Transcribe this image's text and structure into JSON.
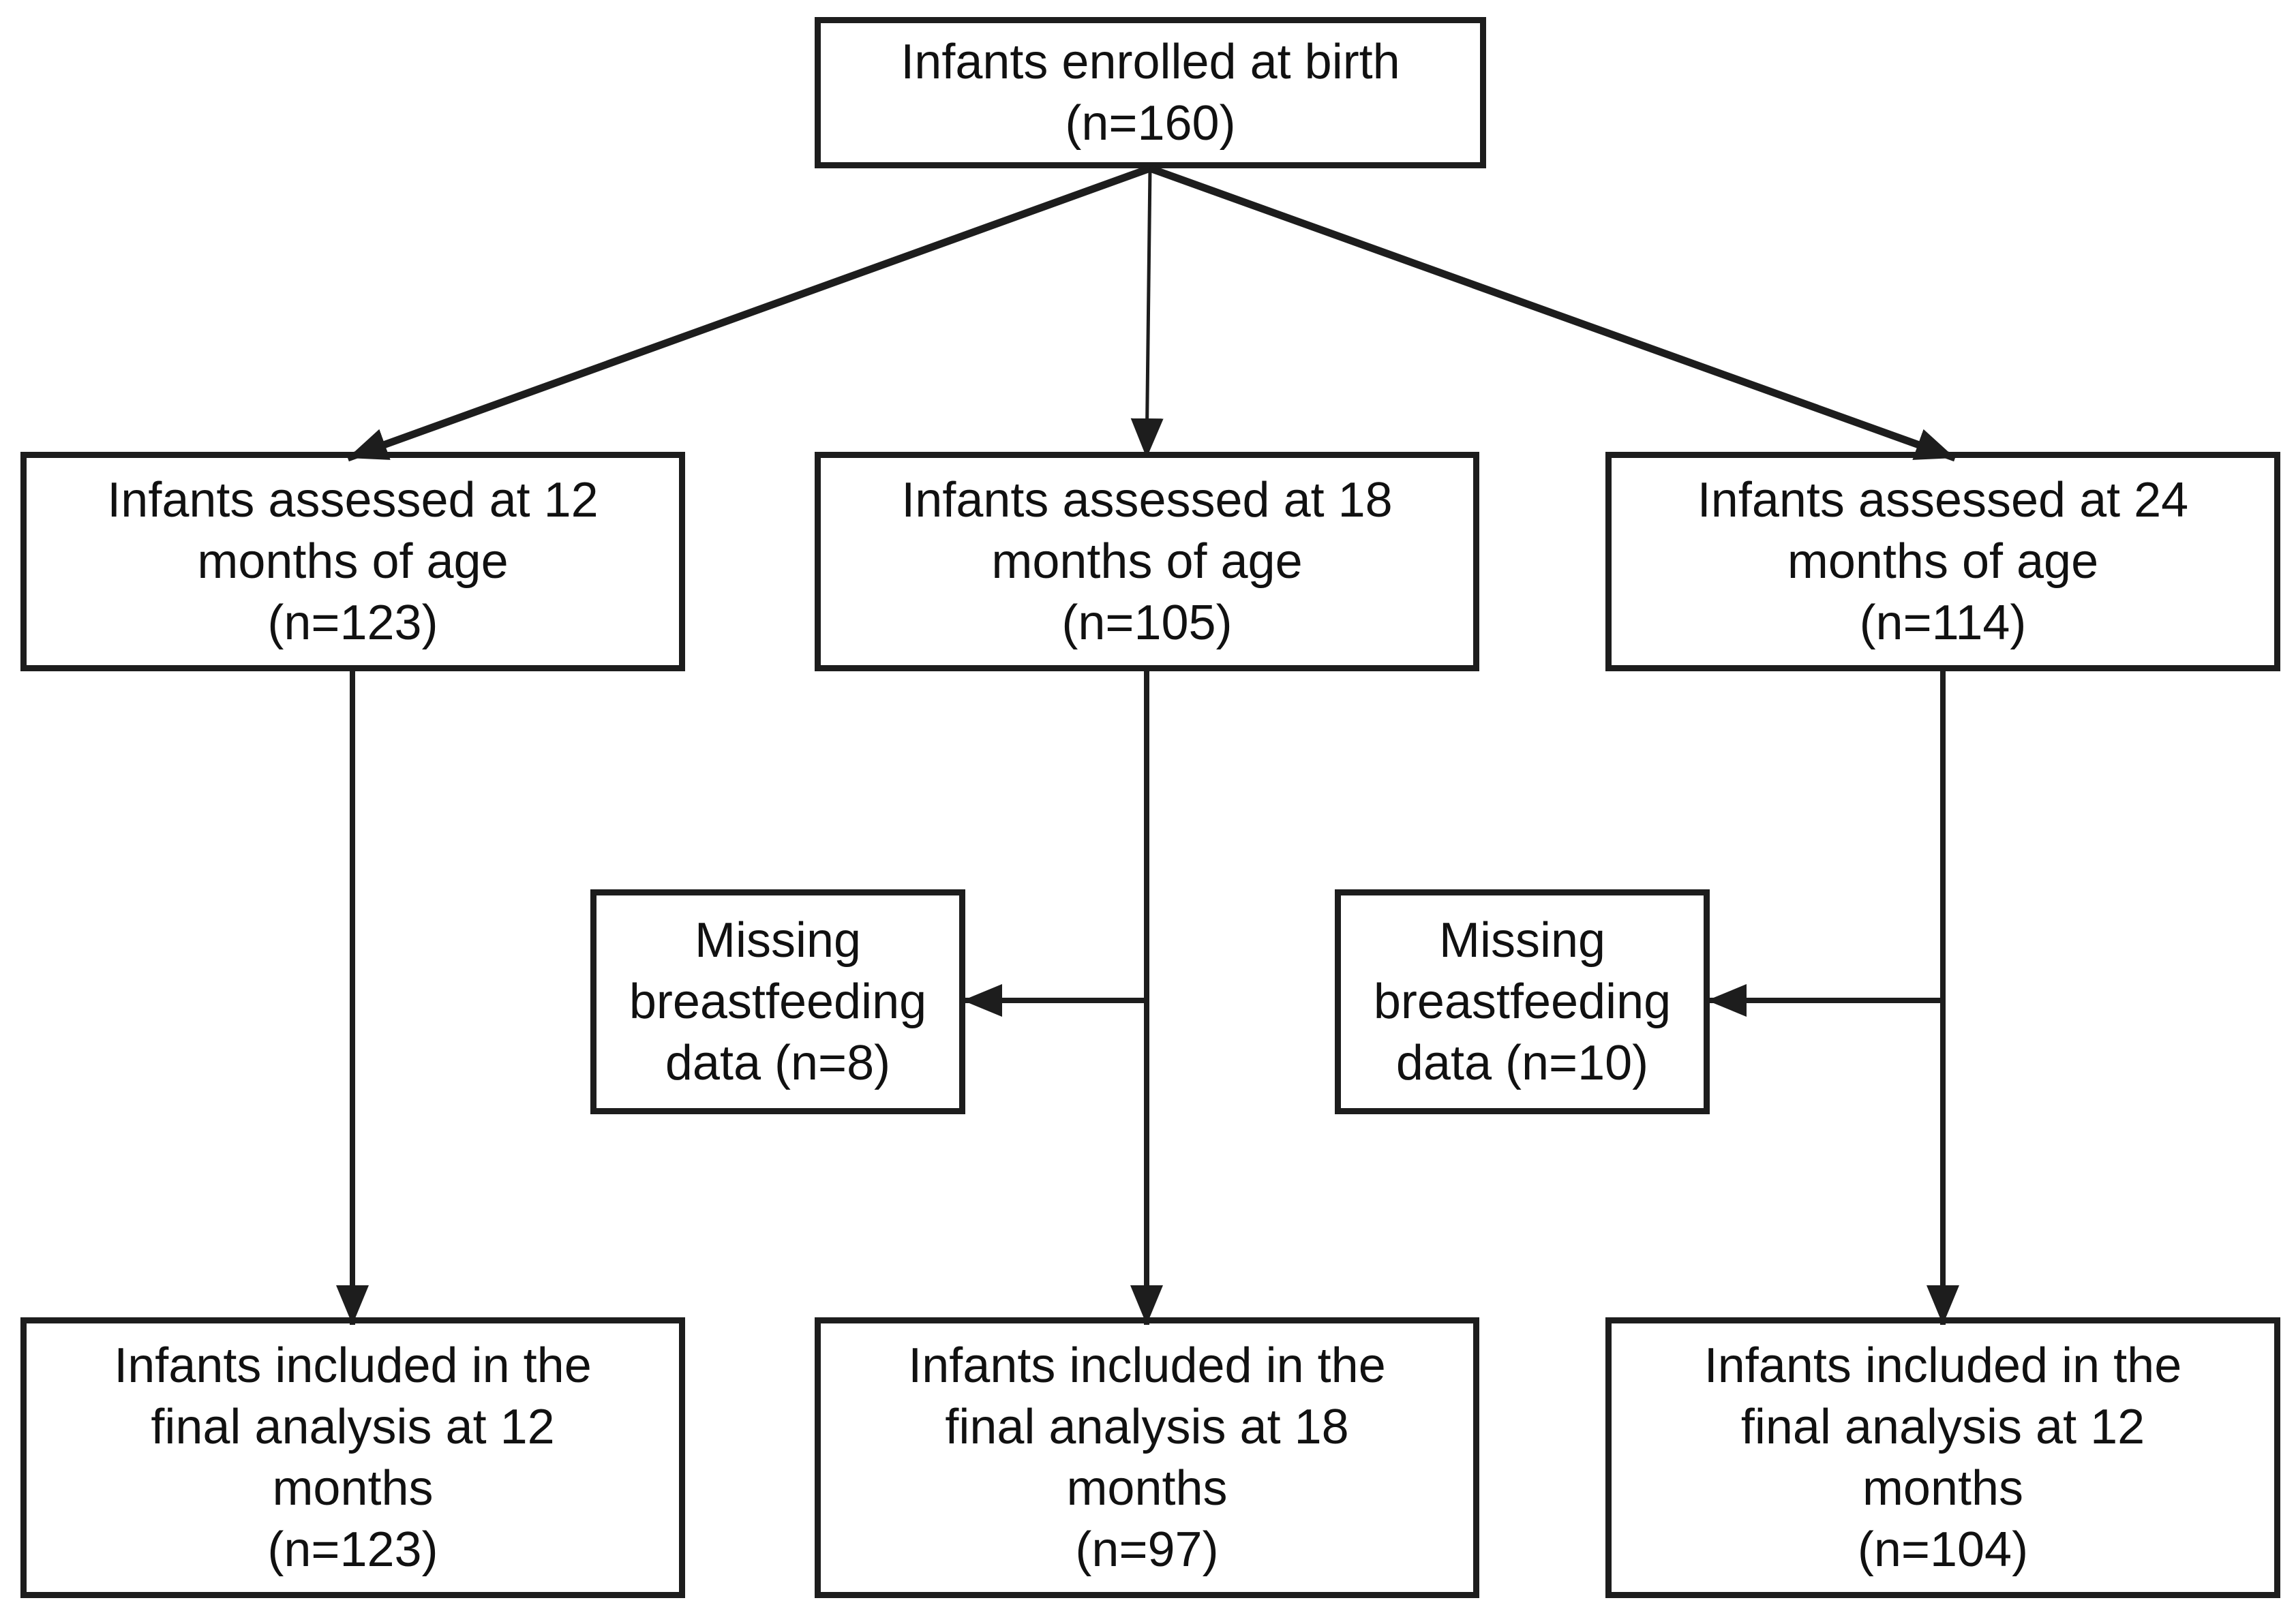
{
  "diagram": {
    "type": "flowchart",
    "colors": {
      "background": "#ffffff",
      "box_fill": "#ffffff",
      "box_border": "#1d1d1d",
      "line": "#1d1d1d",
      "text": "#111111"
    },
    "nodes": [
      {
        "id": "enrolled",
        "lines": [
          "Infants enrolled at birth",
          "(n=160)"
        ]
      },
      {
        "id": "assessed_12",
        "lines": [
          "Infants assessed at 12",
          "months of age",
          "(n=123)"
        ]
      },
      {
        "id": "assessed_18",
        "lines": [
          "Infants assessed at 18",
          "months of age",
          "(n=105)"
        ]
      },
      {
        "id": "assessed_24",
        "lines": [
          "Infants assessed at 24",
          "months of age",
          "(n=114)"
        ]
      },
      {
        "id": "missing_18",
        "lines": [
          "Missing",
          "breastfeeding",
          "data (n=8)"
        ]
      },
      {
        "id": "missing_24",
        "lines": [
          "Missing",
          "breastfeeding",
          "data (n=10)"
        ]
      },
      {
        "id": "final_12",
        "lines": [
          "Infants included in the",
          "final analysis at 12",
          "months",
          "(n=123)"
        ]
      },
      {
        "id": "final_18",
        "lines": [
          "Infants included in the",
          "final analysis at 18",
          "months",
          "(n=97)"
        ]
      },
      {
        "id": "final_24",
        "lines": [
          "Infants included in the",
          "final analysis at 12",
          "months",
          "(n=104)"
        ]
      }
    ],
    "edges": [
      {
        "from": "enrolled",
        "to": "assessed_12"
      },
      {
        "from": "enrolled",
        "to": "assessed_18"
      },
      {
        "from": "enrolled",
        "to": "assessed_24"
      },
      {
        "from": "assessed_12",
        "to": "final_12"
      },
      {
        "from": "assessed_18",
        "to": "final_18"
      },
      {
        "from": "assessed_24",
        "to": "final_24"
      },
      {
        "from": "assessed_18",
        "to": "missing_18"
      },
      {
        "from": "assessed_24",
        "to": "missing_24"
      }
    ]
  }
}
